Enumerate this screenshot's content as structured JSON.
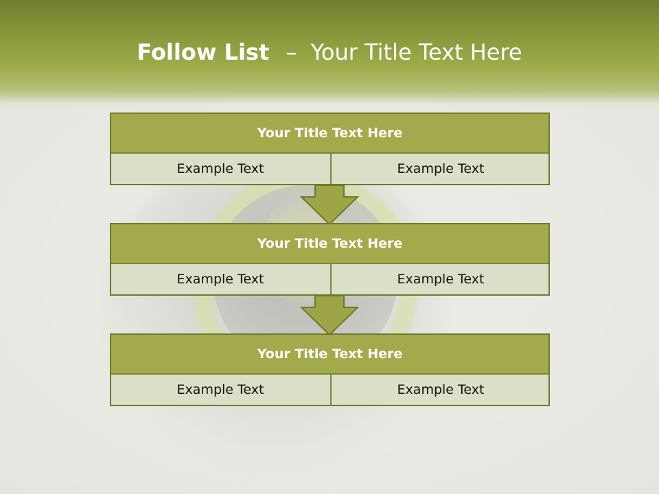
{
  "slide": {
    "title_bold": "Follow List",
    "title_dash": "–",
    "title_rest": "Your Title Text Here"
  },
  "steps": [
    {
      "title": "Your Title Text Here",
      "left": "Example Text",
      "right": "Example Text"
    },
    {
      "title": "Your Title Text Here",
      "left": "Example Text",
      "right": "Example Text"
    },
    {
      "title": "Your Title Text Here",
      "left": "Example Text",
      "right": "Example Text"
    }
  ],
  "colors": {
    "band": "#88963a",
    "box_header": "#a3aa4c",
    "box_cell": "#dcdfc8",
    "border": "#6e7a2b",
    "arrow": "#9ea547"
  }
}
